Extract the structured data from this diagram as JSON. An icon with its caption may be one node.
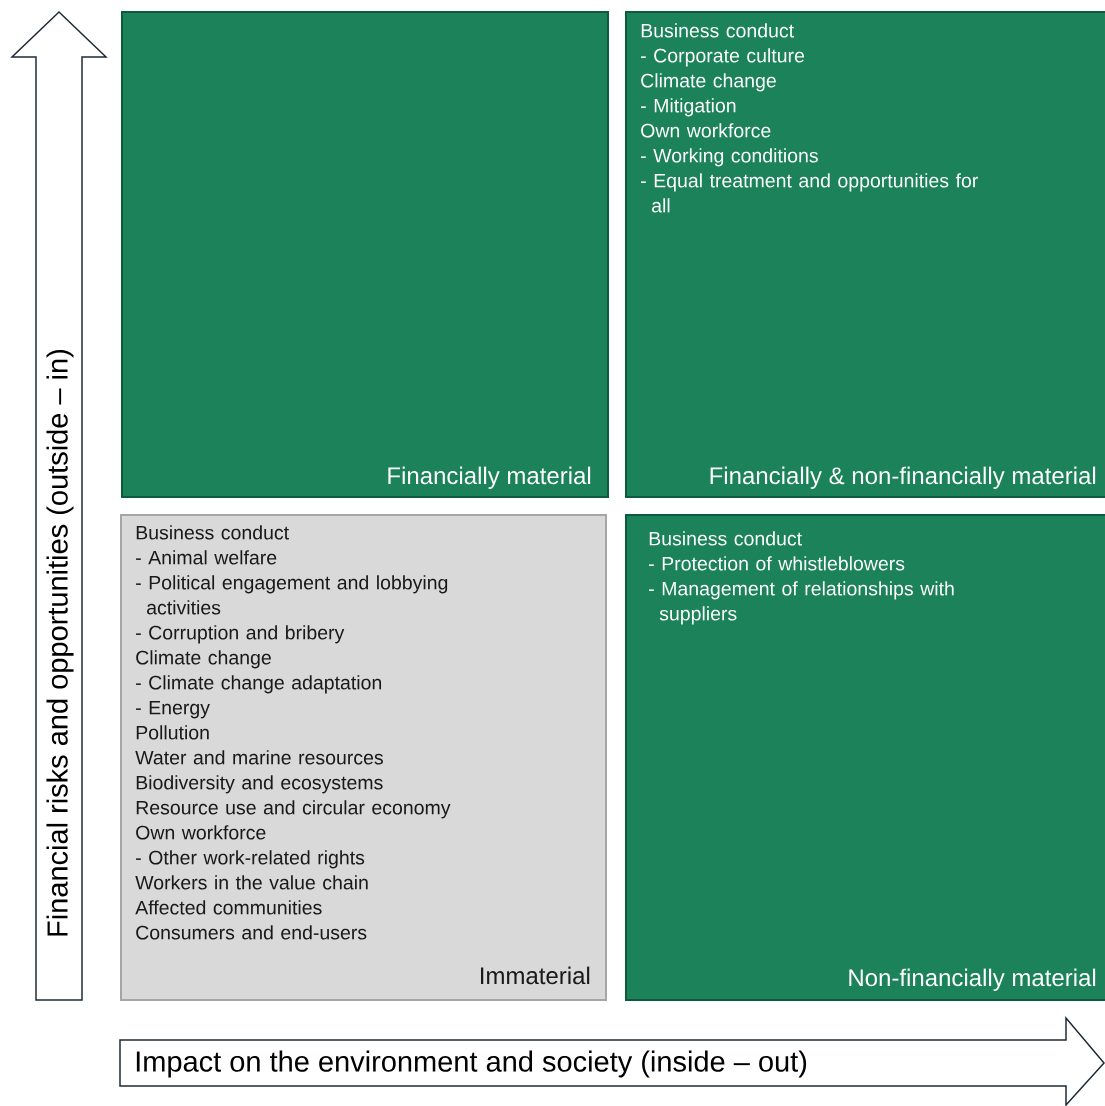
{
  "diagram": {
    "nodes": [
      {
        "text": [
          "Financial risks and opportunities (outside – in)"
        ]
      },
      {
        "text": [
          "Financially material"
        ]
      },
      {
        "text": [
          "Business conduct",
          "- Corporate culture",
          "Climate change",
          "- Mitigation",
          "Own workforce",
          "- Working conditions",
          "- Equal treatment and opportunities for all",
          "Financially & non-financially material"
        ]
      },
      {
        "text": [
          "Business conduct",
          "- Animal welfare",
          "- Political engagement and lobbying activities",
          "- Corruption and bribery",
          "Climate change",
          "- Climate change adaptation",
          "- Energy",
          "Pollution",
          "Water and marine resources",
          "Biodiversity and ecosystems",
          "Resource use and circular economy",
          "Own workforce",
          "- Other work-related rights",
          "Workers in the value chain",
          "Affected communities",
          "Consumers and end-users",
          "Immaterial"
        ]
      },
      {
        "text": [
          "Business conduct",
          "- Protection of whistleblowers",
          "- Management of relationships with suppliers",
          "Non-financially material"
        ]
      },
      {
        "text": [
          "Impact on the environment and society (inside – out)"
        ]
      }
    ]
  }
}
